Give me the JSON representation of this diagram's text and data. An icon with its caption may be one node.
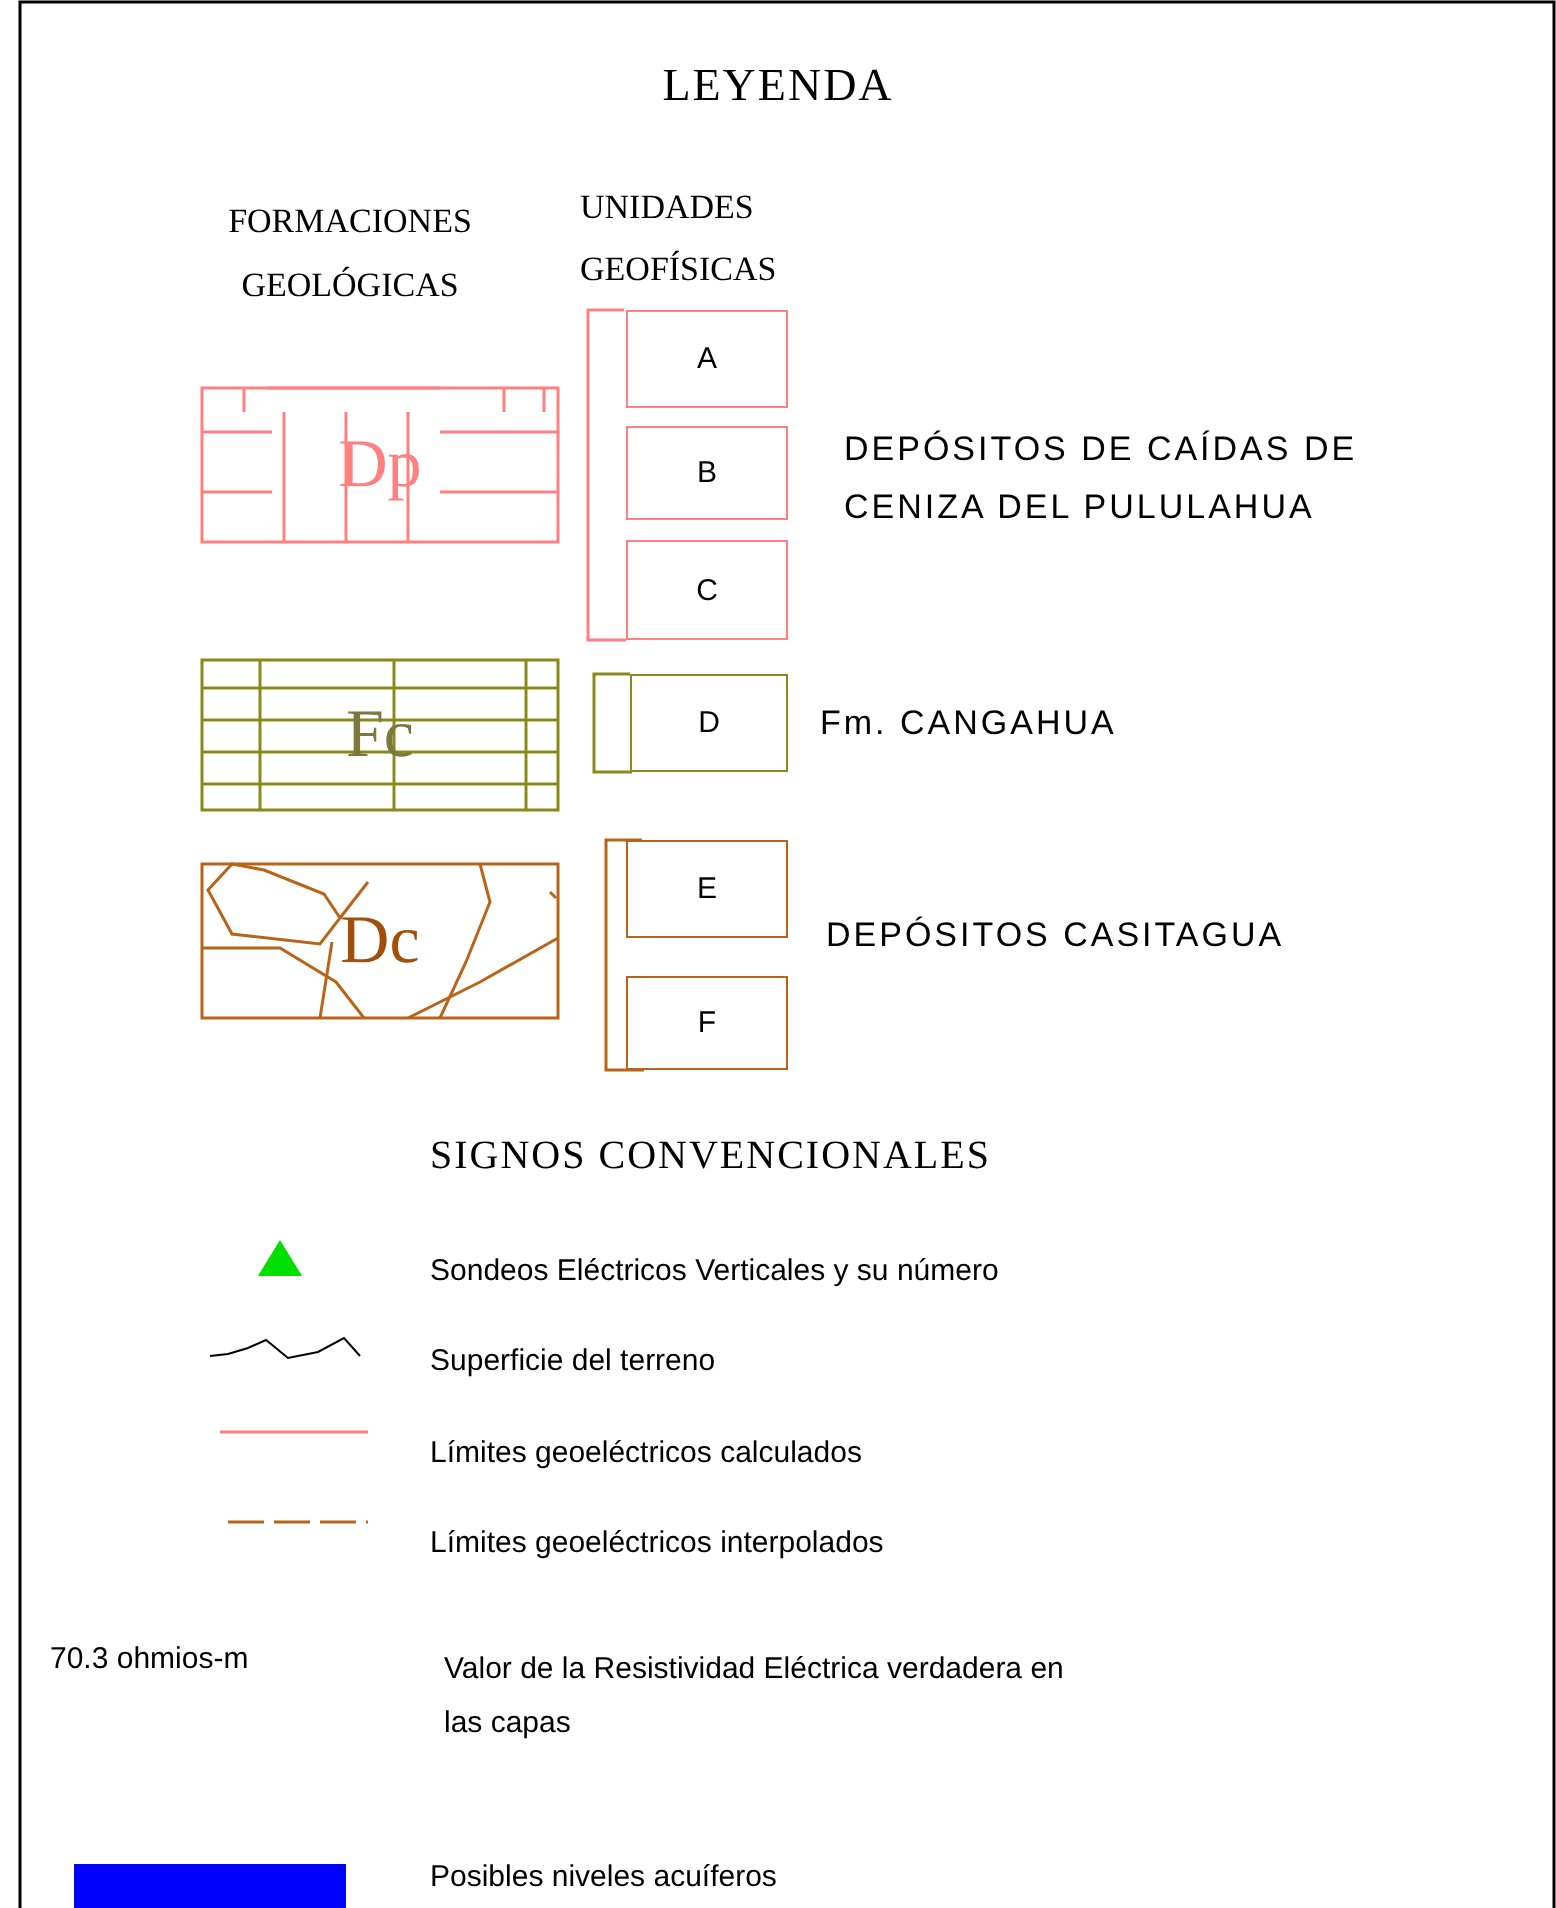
{
  "diagram": {
    "title": "LEYENDA",
    "nodes": [
      {
        "text": [
          "Dp"
        ]
      },
      {
        "text": [
          "Fc"
        ]
      },
      {
        "text": [
          "Dc"
        ]
      },
      {
        "text": [
          "A"
        ]
      },
      {
        "text": [
          "B"
        ]
      },
      {
        "text": [
          "C"
        ]
      },
      {
        "text": [
          "D"
        ]
      },
      {
        "text": [
          "E"
        ]
      },
      {
        "text": [
          "F"
        ]
      }
    ],
    "labels": [
      "FORMACIONES GEOLÓGICAS",
      "UNIDADES GEOFÍSICAS",
      "DEPÓSITOS DE CAÍDAS DE CENIZA DEL PULULAHUA",
      "Fm. CANGAHUA",
      "DEPÓSITOS CASITAGUA",
      "SIGNOS CONVENCIONALES",
      "70.3 ohmios-m",
      "Valor de la Resistividad Eléctrica verdadera en las capas"
    ],
    "legend": [
      {
        "text": "Sondeos Eléctricos Verticales y su número"
      },
      {
        "text": "Superficie del terreno"
      },
      {
        "text": "Límites geoeléctricos calculados"
      },
      {
        "text": "Límites geoeléctricos interpolados"
      },
      {
        "text": "Posibles niveles acuíferos",
        "color": "#0000ff"
      }
    ]
  }
}
